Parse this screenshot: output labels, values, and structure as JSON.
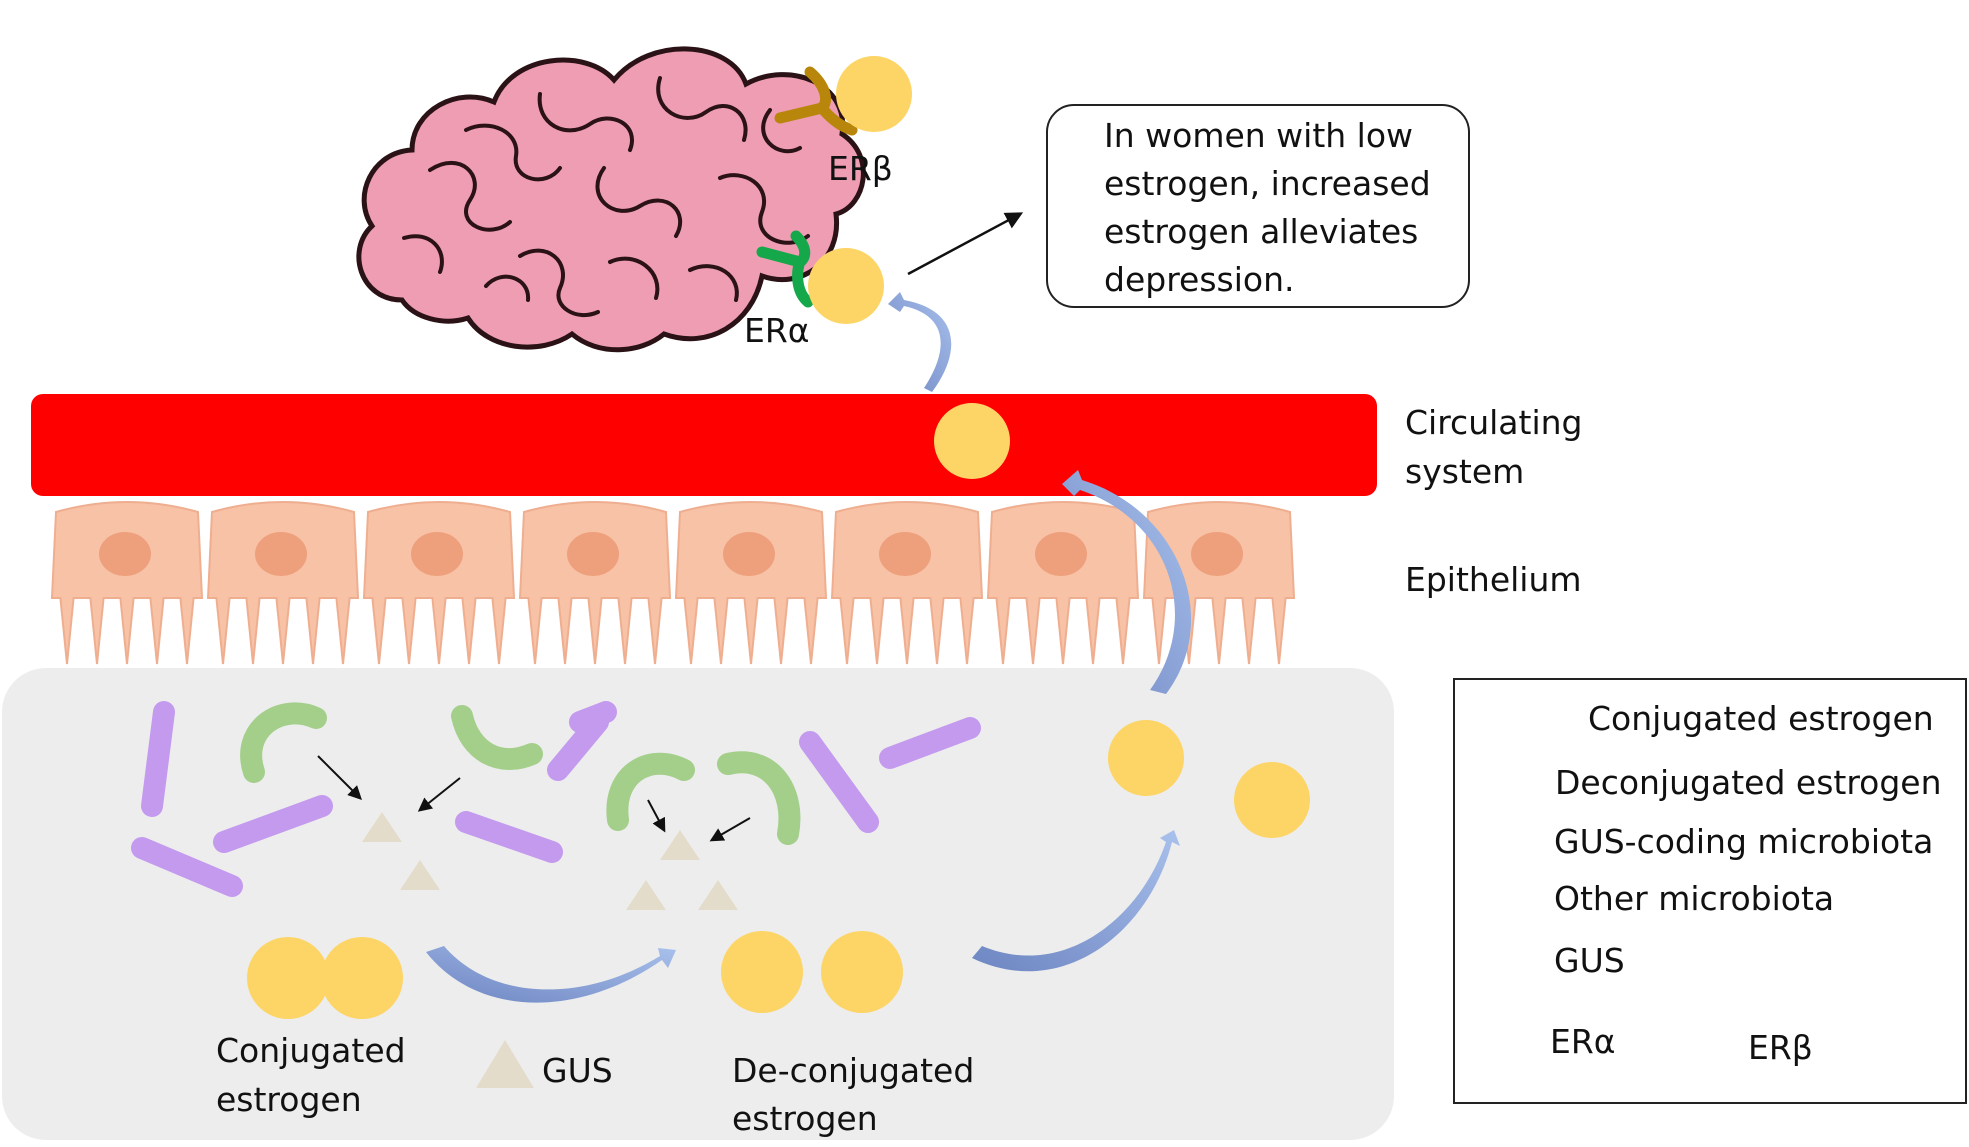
{
  "labels": {
    "er_beta_brain": "ERβ",
    "er_alpha_brain": "ERα",
    "circulating_line1": "Circulating",
    "circulating_line2": "system",
    "epithelium": "Epithelium",
    "conjugated_line1": "Conjugated",
    "conjugated_line2": "estrogen",
    "gus_bottom": "GUS",
    "deconjugated_line1": "De-conjugated",
    "deconjugated_line2": "estrogen"
  },
  "callout": {
    "lines": [
      "In women with low",
      "estrogen, increased",
      "estrogen alleviates",
      "depression."
    ]
  },
  "legend": {
    "items": [
      {
        "label": "Conjugated estrogen"
      },
      {
        "label": "Deconjugated estrogen"
      },
      {
        "label": "GUS-coding microbiota"
      },
      {
        "label": "Other microbiota"
      },
      {
        "label": "GUS"
      }
    ],
    "er_alpha": "ERα",
    "er_beta": "ERβ"
  },
  "colors": {
    "estrogen": "#FDD466",
    "blood": "#FF0000",
    "epithelium": "#F7C2A6",
    "nucleus": "#EE9F7C",
    "lumen": "#EDEDED",
    "gus_microbiota": "#A3CF8A",
    "other_microbiota": "#C49AEF",
    "gus": "#E4DCCB",
    "er_alpha": "#14A84A",
    "er_beta": "#B8860B",
    "brain": "#EE9DB3",
    "flow_arrow": "#8FA8D8"
  }
}
